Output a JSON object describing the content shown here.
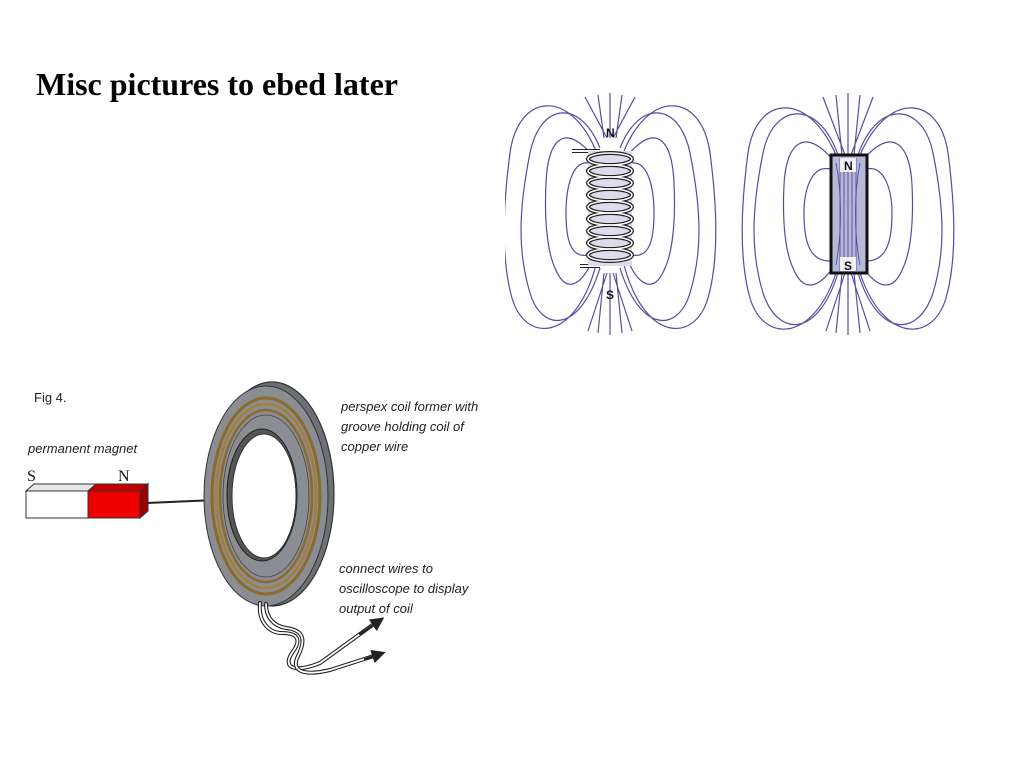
{
  "title": "Misc pictures to ebed later",
  "field_diagrams": {
    "solenoid": {
      "north_label": "N",
      "south_label": "S"
    },
    "bar_magnet": {
      "north_label": "N",
      "south_label": "S"
    },
    "colors": {
      "field_line": "#5a4aa0",
      "magnet_fill": "#b7b7d6"
    }
  },
  "coil_figure": {
    "fig_label": "Fig 4.",
    "magnet_caption": "permanent magnet",
    "magnet_south": "S",
    "magnet_north": "N",
    "former_label_lines": [
      "perspex coil former with",
      "groove holding coil of",
      "copper wire"
    ],
    "output_label_lines": [
      "connect wires to",
      "oscilloscope to display",
      "output of coil"
    ],
    "colors": {
      "magnet_north": "#ee0000",
      "magnet_south": "#ffffff",
      "coil": "#8b6a2c",
      "former": "#8a8d92"
    }
  }
}
